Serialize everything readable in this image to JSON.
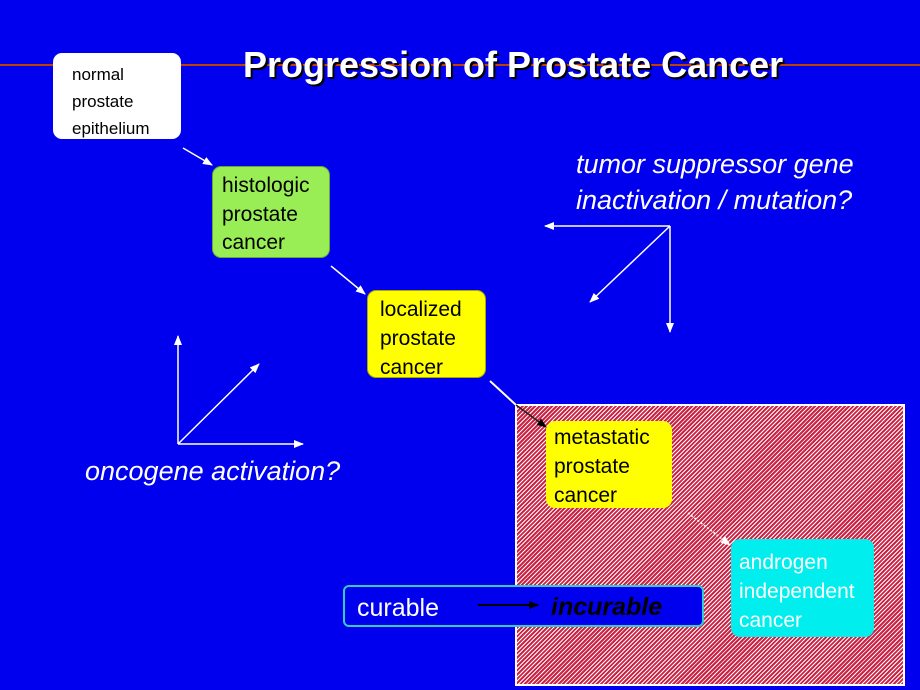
{
  "title": "Progression of Prostate Cancer",
  "stages": {
    "normal": [
      "normal",
      "prostate",
      "epithelium"
    ],
    "histologic": [
      "histologic",
      "prostate",
      "cancer"
    ],
    "localized": [
      "localized",
      "prostate",
      "cancer"
    ],
    "metastatic": [
      "metastatic",
      "prostate",
      "cancer"
    ],
    "androgen": [
      "androgen",
      "independent",
      "cancer"
    ]
  },
  "labels": {
    "tumor_line1": "tumor suppressor gene",
    "tumor_line2": "inactivation / mutation?",
    "oncogene": "oncogene activation?",
    "curable": "curable",
    "incurable": "incurable"
  },
  "colors": {
    "background": "#0000ee",
    "normal": "#ffffff",
    "histologic": "#99ee55",
    "localized": "#ffff00",
    "metastatic": "#ffff00",
    "androgen": "#00eeee",
    "hatch": "#cc2244"
  },
  "icons": {
    "stage_arrow": "arrow-right-down-icon",
    "axis_arrows": "axis-arrows-icon"
  }
}
